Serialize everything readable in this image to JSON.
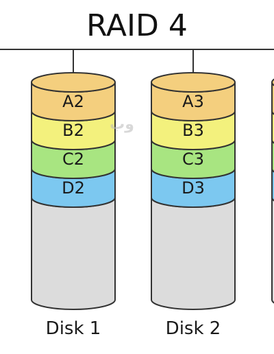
{
  "diagram": {
    "title": "RAID 4",
    "watermark": "وب",
    "colors": {
      "A": "#f4cf7e",
      "B": "#f3f17d",
      "C": "#a8e581",
      "D": "#7cc8f0",
      "empty": "#dcdcdc",
      "stroke": "#333333"
    },
    "disks": [
      {
        "name": "Disk 1",
        "blocks": [
          "A2",
          "B2",
          "C2",
          "D2"
        ]
      },
      {
        "name": "Disk 2",
        "blocks": [
          "A3",
          "B3",
          "C3",
          "D3"
        ]
      },
      {
        "name": "",
        "blocks": [
          "",
          "",
          "",
          ""
        ]
      }
    ]
  }
}
